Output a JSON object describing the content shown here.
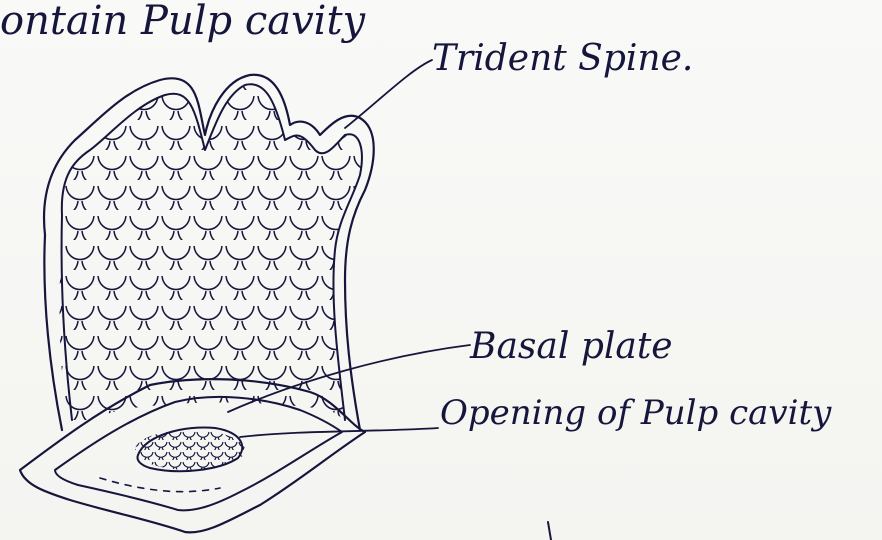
{
  "top_text": "ontain   Pulp cavity",
  "labels": {
    "trident_spine": "Trident Spine.",
    "basal_plate": "Basal plate",
    "pulp_opening": "Opening of Pulp cavity"
  },
  "colors": {
    "ink": "#16163d",
    "paper": "#f7f7f5"
  }
}
